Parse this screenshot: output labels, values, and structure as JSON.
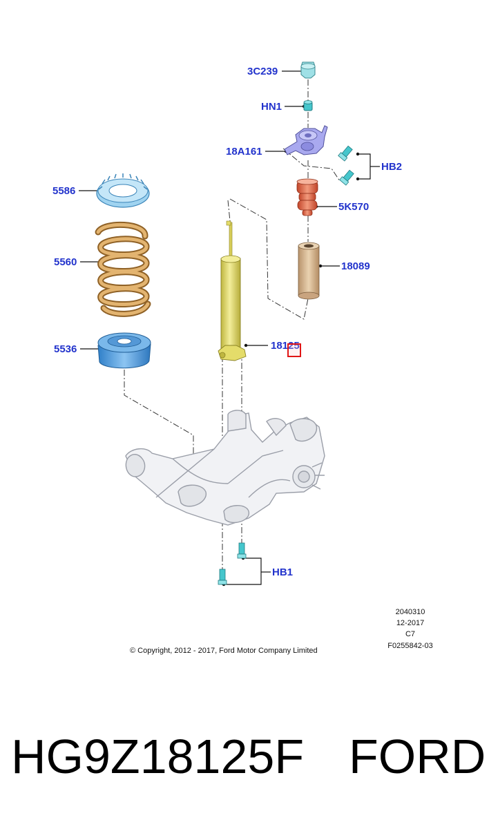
{
  "callouts": {
    "c3c239": "3C239",
    "hn1": "HN1",
    "c18a161": "18A161",
    "hb2": "HB2",
    "c5586": "5586",
    "c5k570": "5K570",
    "c5560": "5560",
    "c18089": "18089",
    "c5536": "5536",
    "c18125": "18125",
    "hb1": "HB1"
  },
  "meta": {
    "code": "2040310",
    "date": "12-2017",
    "rev": "C7",
    "ref": "F0255842-03"
  },
  "copyright": "© Copyright, 2012 - 2017, Ford Motor Company Limited",
  "caption": {
    "part_number": "HG9Z18125F",
    "brand": "FORD"
  },
  "colors": {
    "callout": "#2233cc",
    "highlight": "#e01515",
    "spring": "#d9a45a",
    "shock": "#e4dc6a",
    "seat": "#4d9be0",
    "bumper": "#e06a45",
    "boot": "#d7b48e",
    "mount": "#8e8ee0",
    "bolt": "#45c6cc"
  }
}
